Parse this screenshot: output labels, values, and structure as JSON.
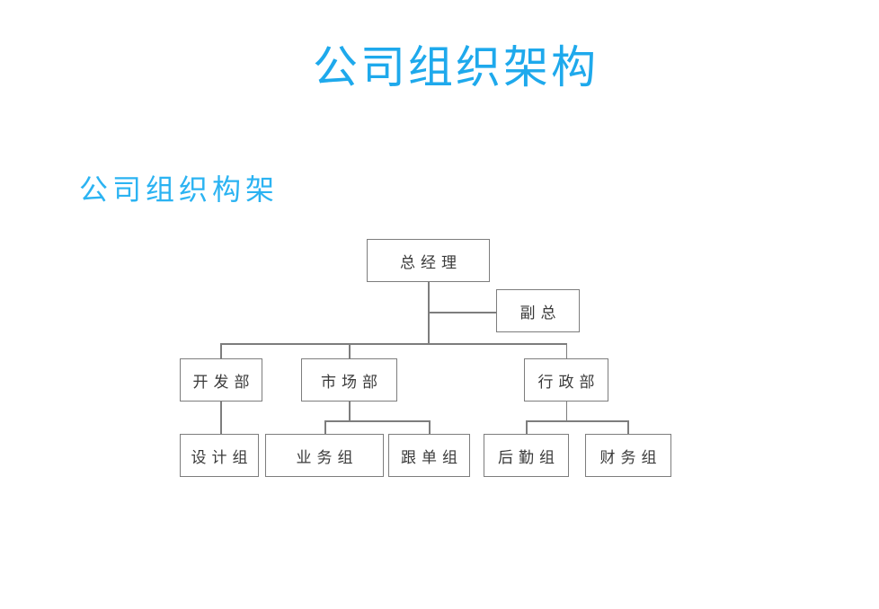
{
  "title": "公司组织架构",
  "subtitle": "公司组织构架",
  "org_chart": {
    "nodes": {
      "gm": {
        "label": "总经理"
      },
      "deputy": {
        "label": "副总"
      },
      "dev": {
        "label": "开发部"
      },
      "market": {
        "label": "市场部"
      },
      "admin": {
        "label": "行政部"
      },
      "design": {
        "label": "设计组"
      },
      "business": {
        "label": "业务组"
      },
      "order": {
        "label": "跟单组"
      },
      "logistics": {
        "label": "后勤组"
      },
      "finance": {
        "label": "财务组"
      }
    },
    "edges": [
      {
        "from": "gm",
        "to": "deputy"
      },
      {
        "from": "gm",
        "to": "dev"
      },
      {
        "from": "gm",
        "to": "market"
      },
      {
        "from": "gm",
        "to": "admin"
      },
      {
        "from": "dev",
        "to": "design"
      },
      {
        "from": "market",
        "to": "business"
      },
      {
        "from": "market",
        "to": "order"
      },
      {
        "from": "admin",
        "to": "logistics"
      },
      {
        "from": "admin",
        "to": "finance"
      }
    ]
  },
  "colors": {
    "title": "#1ea9ec",
    "subtitle": "#2bb3f2",
    "box_border": "#7d7d7d",
    "box_text": "#3a3a3a",
    "connector_line": "#7d7d7d",
    "background": "#ffffff"
  }
}
